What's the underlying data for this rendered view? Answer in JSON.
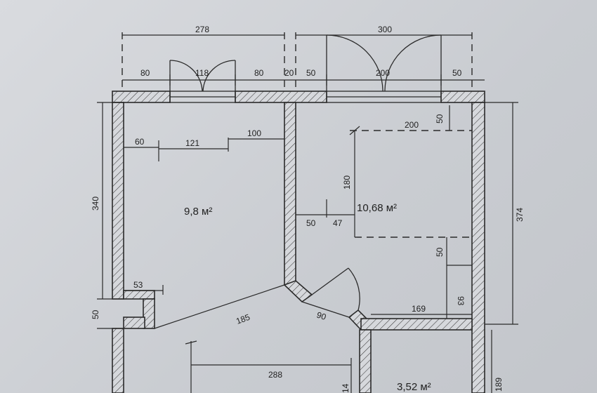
{
  "rooms": {
    "room1_area": "9,8 м²",
    "room2_area": "10,68 м²",
    "room3_area": "3,52 м²"
  },
  "dimensions": {
    "top_left_total": "278",
    "top_right_total": "300",
    "top_80_left": "80",
    "top_118": "118",
    "top_80_right": "80",
    "top_20": "20",
    "top_50_left": "50",
    "top_200": "200",
    "top_50_right": "50",
    "left_340": "340",
    "left_50": "50",
    "right_374": "374",
    "right_189": "189",
    "r1_60": "60",
    "r1_121": "121",
    "r1_100": "100",
    "r1_53": "53",
    "r2_200": "200",
    "r2_50_top": "50",
    "r2_180": "180",
    "r2_50": "50",
    "r2_47": "47",
    "r2_50_mid": "50",
    "r2_93": "93",
    "r2_169": "169",
    "diag_185": "185",
    "diag_90": "90",
    "bottom_288": "288",
    "bottom_14": "14"
  }
}
